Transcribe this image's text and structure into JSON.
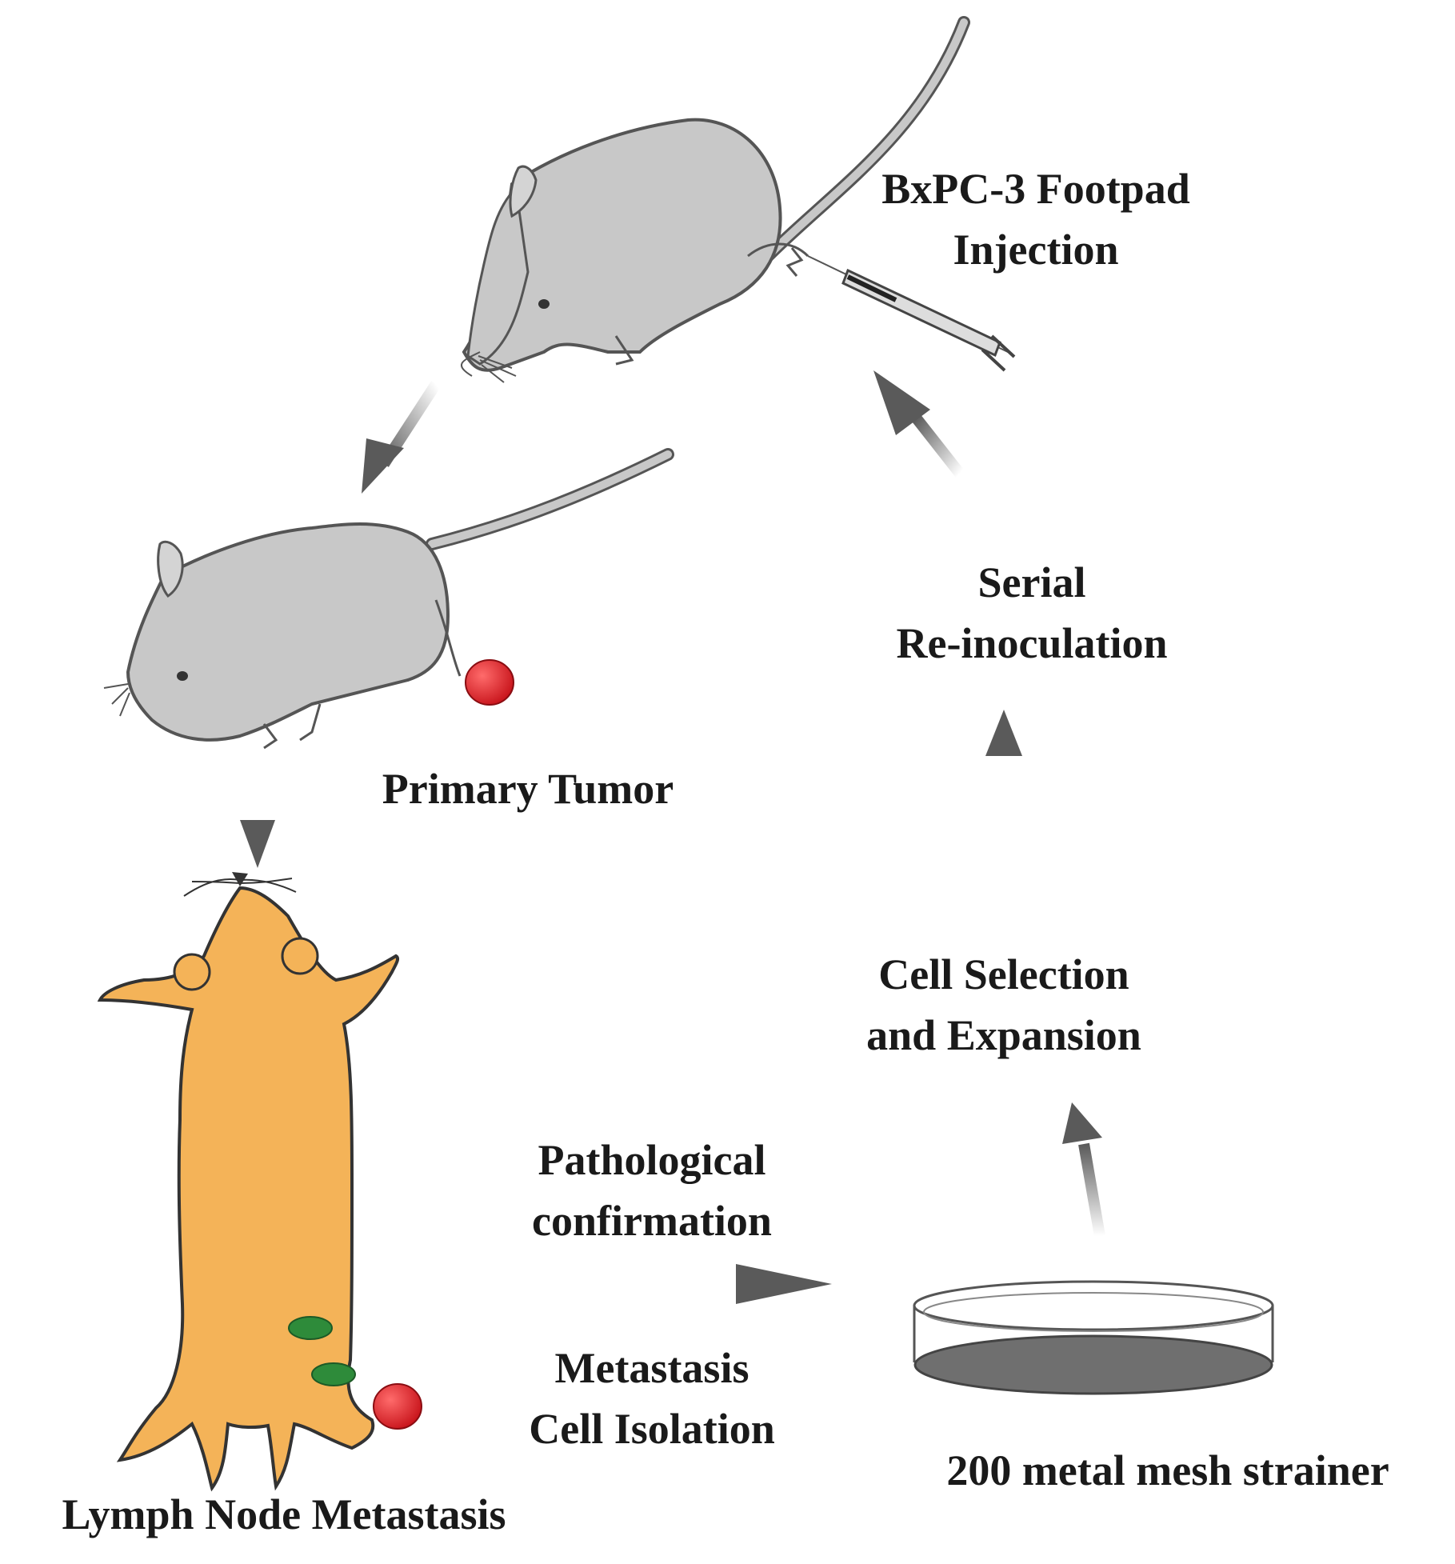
{
  "labels": {
    "injection": [
      "BxPC-3  Footpad",
      "Injection"
    ],
    "reinoculation": [
      "Serial",
      "Re-inoculation"
    ],
    "primary_tumor": "Primary Tumor",
    "selection": [
      "Cell Selection",
      "and Expansion"
    ],
    "pathological": [
      "Pathological",
      "confirmation"
    ],
    "isolation": [
      "Metastasis",
      "Cell Isolation"
    ],
    "strainer": "200 metal mesh strainer",
    "lymph_node": "Lymph Node Metastasis"
  },
  "colors": {
    "mouse_gray": "#c8c8c8",
    "mouse_outline": "#555555",
    "mouse_orange": "#f4b358",
    "tumor_red": "#e21f26",
    "metastasis_green": "#2e8b3a",
    "arrow_gray": "#6e6e6e",
    "dish_fill": "#6f6f6f"
  }
}
